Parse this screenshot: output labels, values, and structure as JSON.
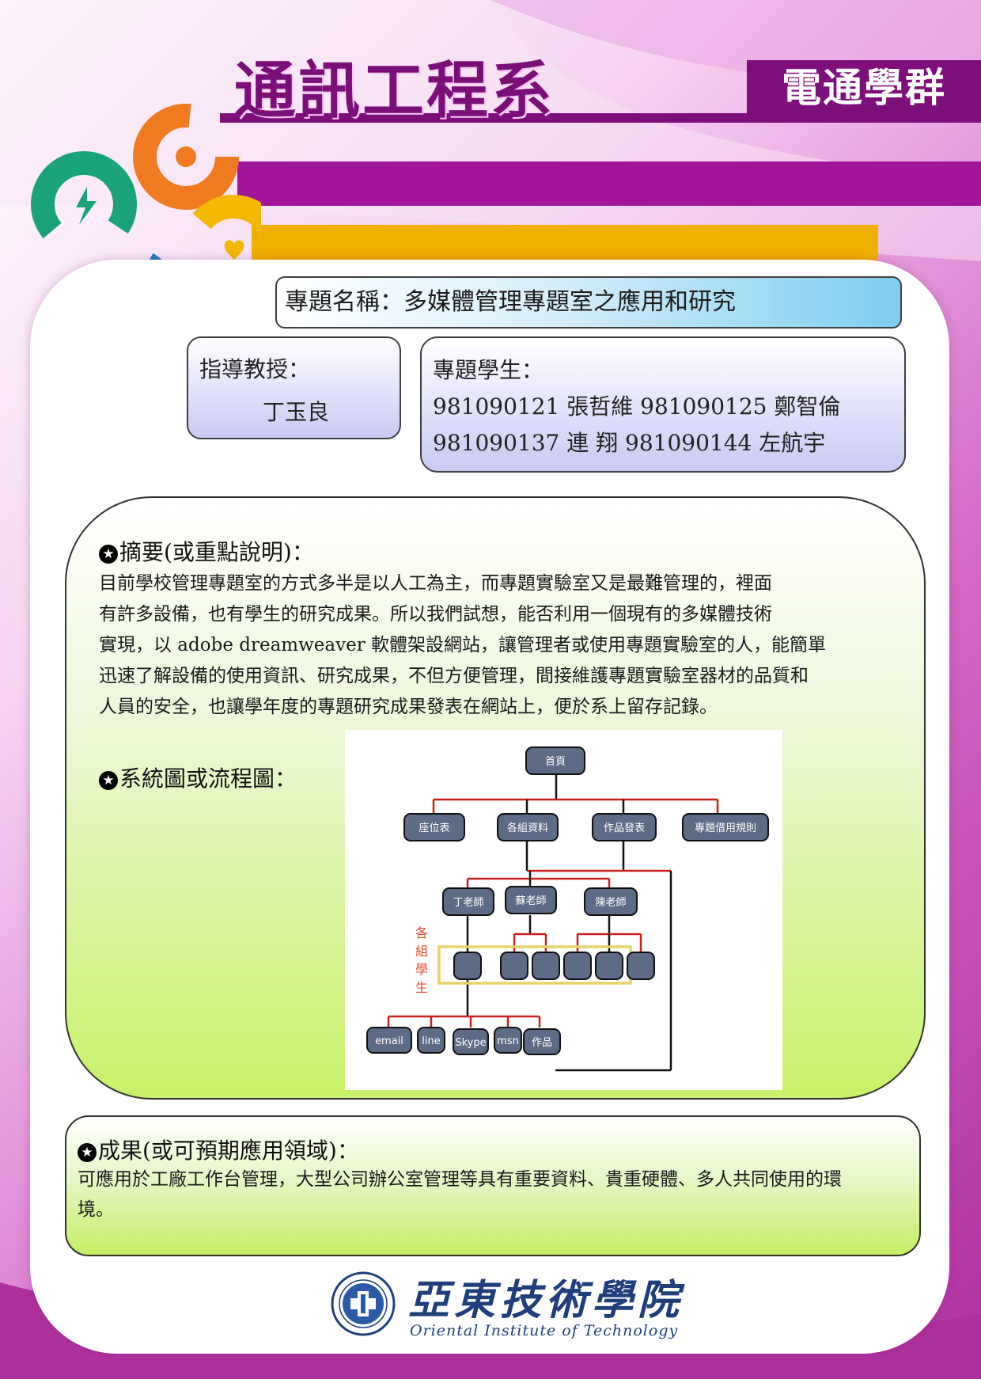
{
  "header": {
    "department": "通訊工程系",
    "group": "電通學群"
  },
  "project": {
    "topic": "專題名稱：多媒體管理專題室之應用和研究",
    "advisor_label": "指導教授：",
    "advisor_name": "丁玉良",
    "students_label": "專題學生：",
    "students_line1": "981090121 張哲維  981090125 鄭智倫",
    "students_line2": "981090137 連  翔  981090144 左航宇"
  },
  "sections": {
    "abstract_title": "摘要(或重點說明)：",
    "abstract_lines": [
      "目前學校管理專題室的方式多半是以人工為主，而專題實驗室又是最難管理的，裡面",
      "有許多設備，也有學生的研究成果。所以我們試想，能否利用一個現有的多媒體技術",
      "實現，以 adobe dreamweaver 軟體架設網站，讓管理者或使用專題實驗室的人，能簡單",
      "迅速了解設備的使用資訊、研究成果，不但方便管理，間接維護專題實驗室器材的品質和",
      "人員的安全，也讓學年度的專題研究成果發表在網站上，便於系上留存記錄。"
    ],
    "diagram_title": "系統圖或流程圖：",
    "result_title": "成果(或可預期應用領域)：",
    "result_line1": "可應用於工廠工作台管理，大型公司辦公室管理等具有重要資料、貴重硬體、多人共同使用的環",
    "result_line2": "境。"
  },
  "diagram": {
    "root": "首頁",
    "level1": [
      "座位表",
      "各組資料",
      "作品發表",
      "專題借用規則"
    ],
    "teachers": [
      "丁老師",
      "蘇老師",
      "陳老師"
    ],
    "group_label": [
      "各",
      "組",
      "學",
      "生"
    ],
    "contacts": [
      "email",
      "line",
      "Skype",
      "msn",
      "作品"
    ]
  },
  "footer": {
    "school_name": "亞東技術學院",
    "school_name_en": "Oriental Institute of Technology"
  },
  "colors": {
    "brand_purple": "#7e0f7a",
    "node_fill": "#5d6b86",
    "connector_red": "#c8201e",
    "group_highlight": "#e8d36a"
  }
}
